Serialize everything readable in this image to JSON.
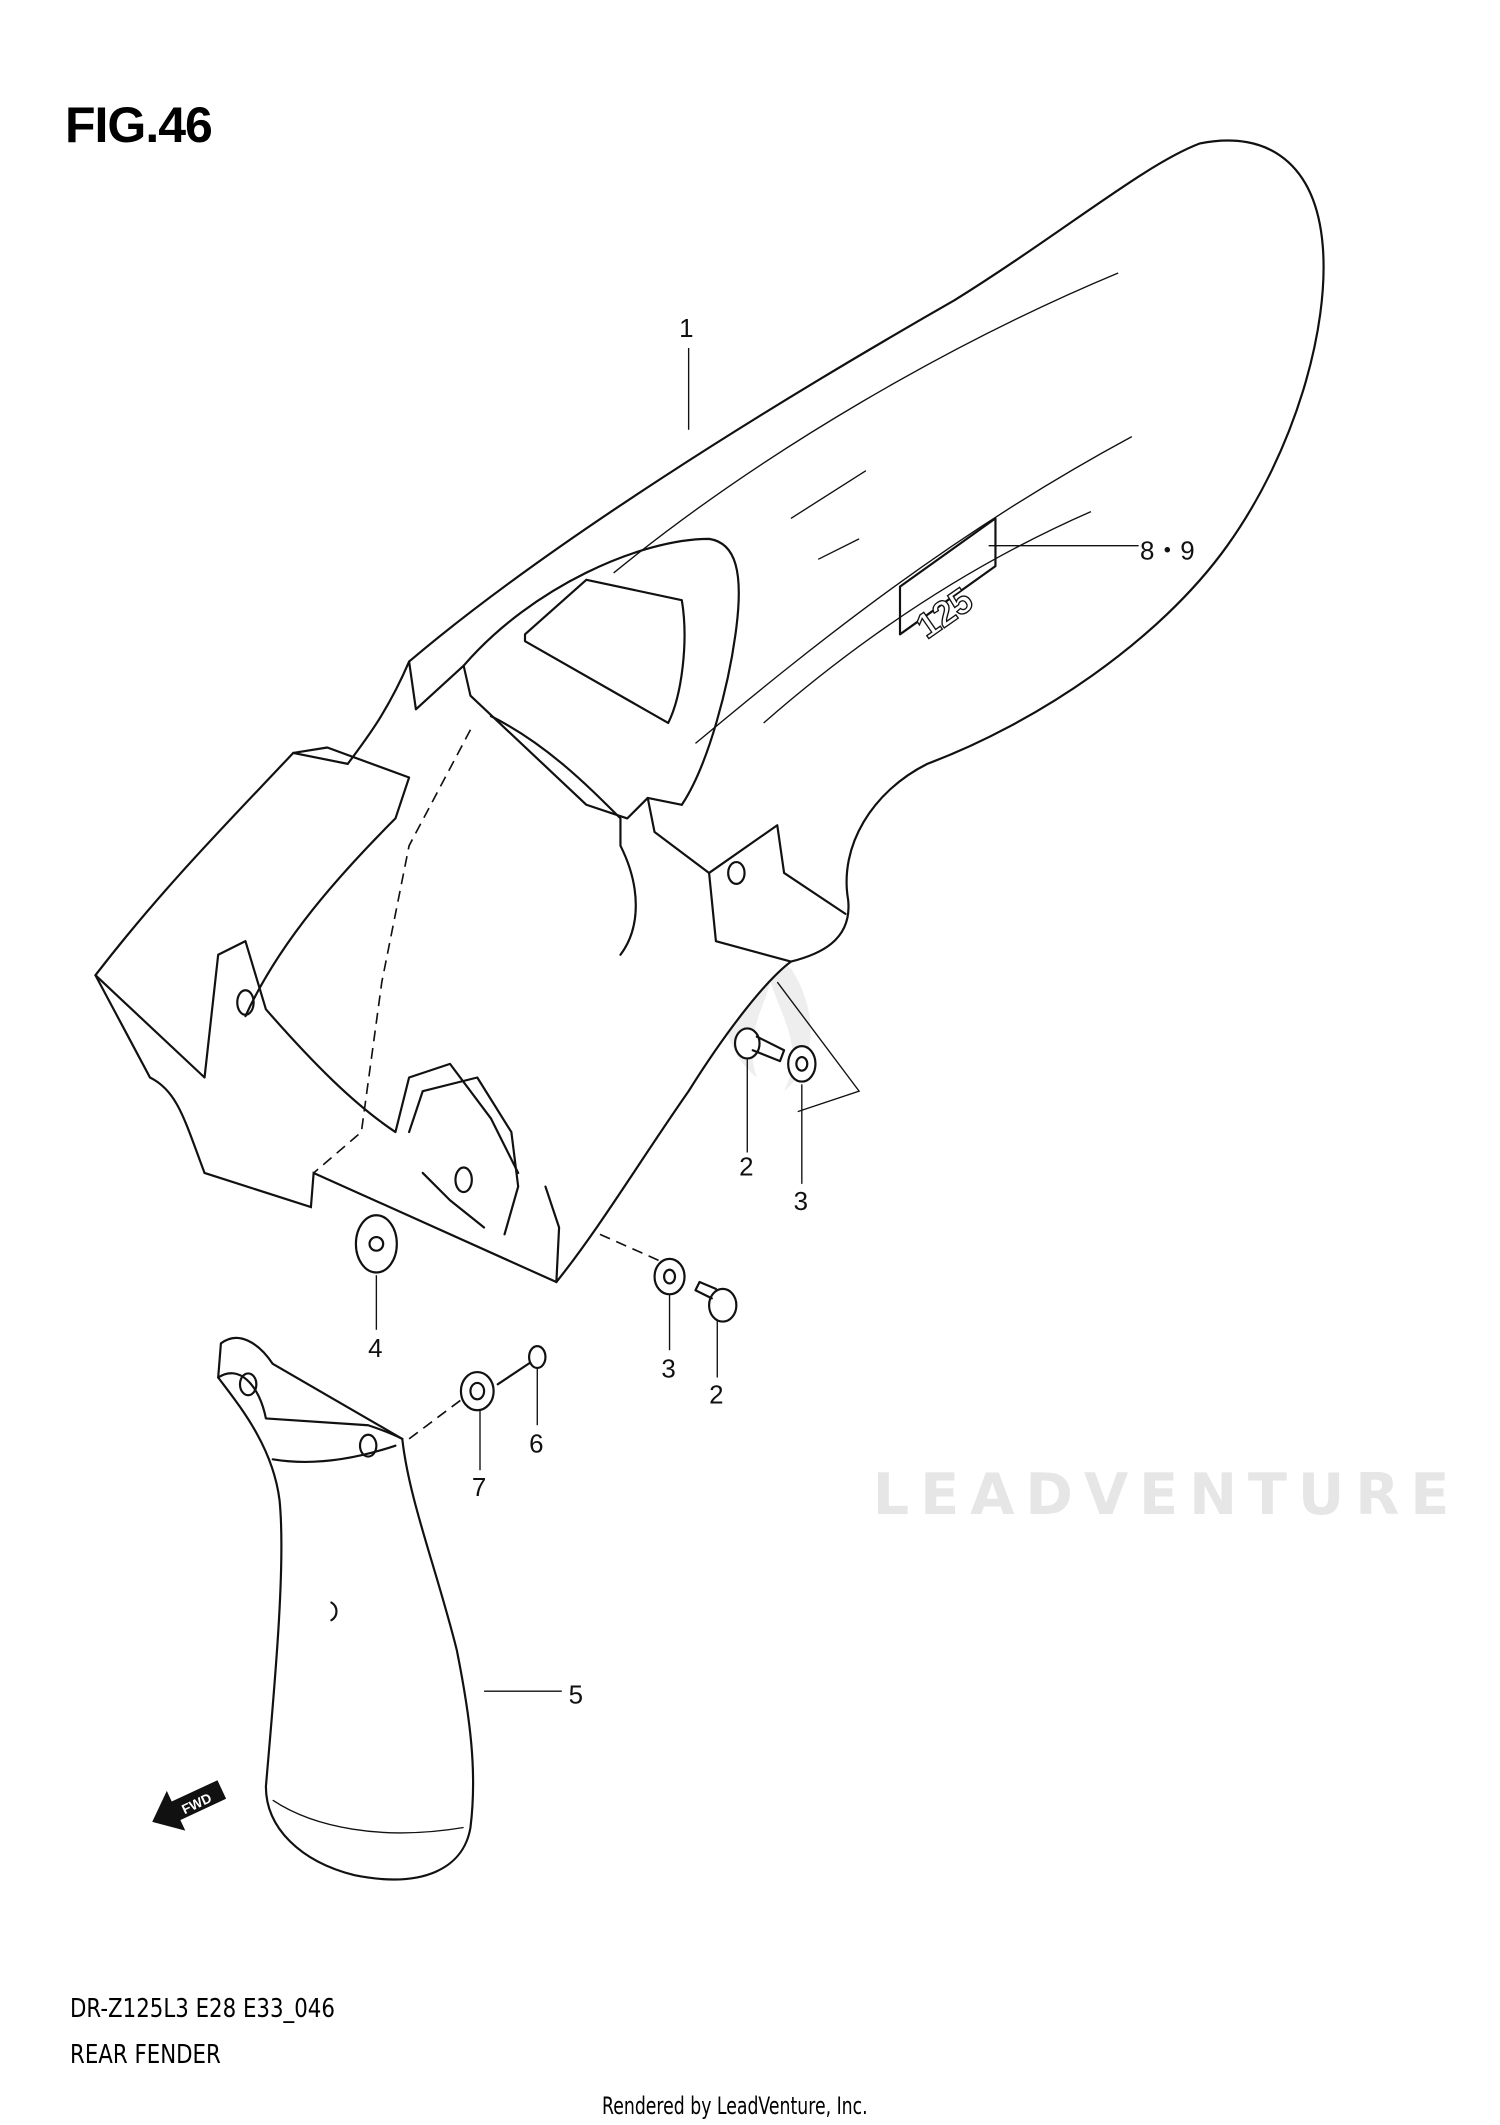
{
  "figure": {
    "title": "FIG.46",
    "model_code": "DR-Z125L3 E28 E33_046",
    "assembly_name": "REAR FENDER",
    "footer": "Rendered by LeadVenture, Inc.",
    "watermark": "LEADVENTURE"
  },
  "callouts": [
    {
      "label": "1"
    },
    {
      "label": "8・9"
    },
    {
      "label": "2"
    },
    {
      "label": "3"
    },
    {
      "label": "4"
    },
    {
      "label": "3"
    },
    {
      "label": "2"
    },
    {
      "label": "6"
    },
    {
      "label": "7"
    },
    {
      "label": "5"
    }
  ],
  "fwd_arrow": {
    "label": "FWD"
  },
  "decal_text": "125"
}
